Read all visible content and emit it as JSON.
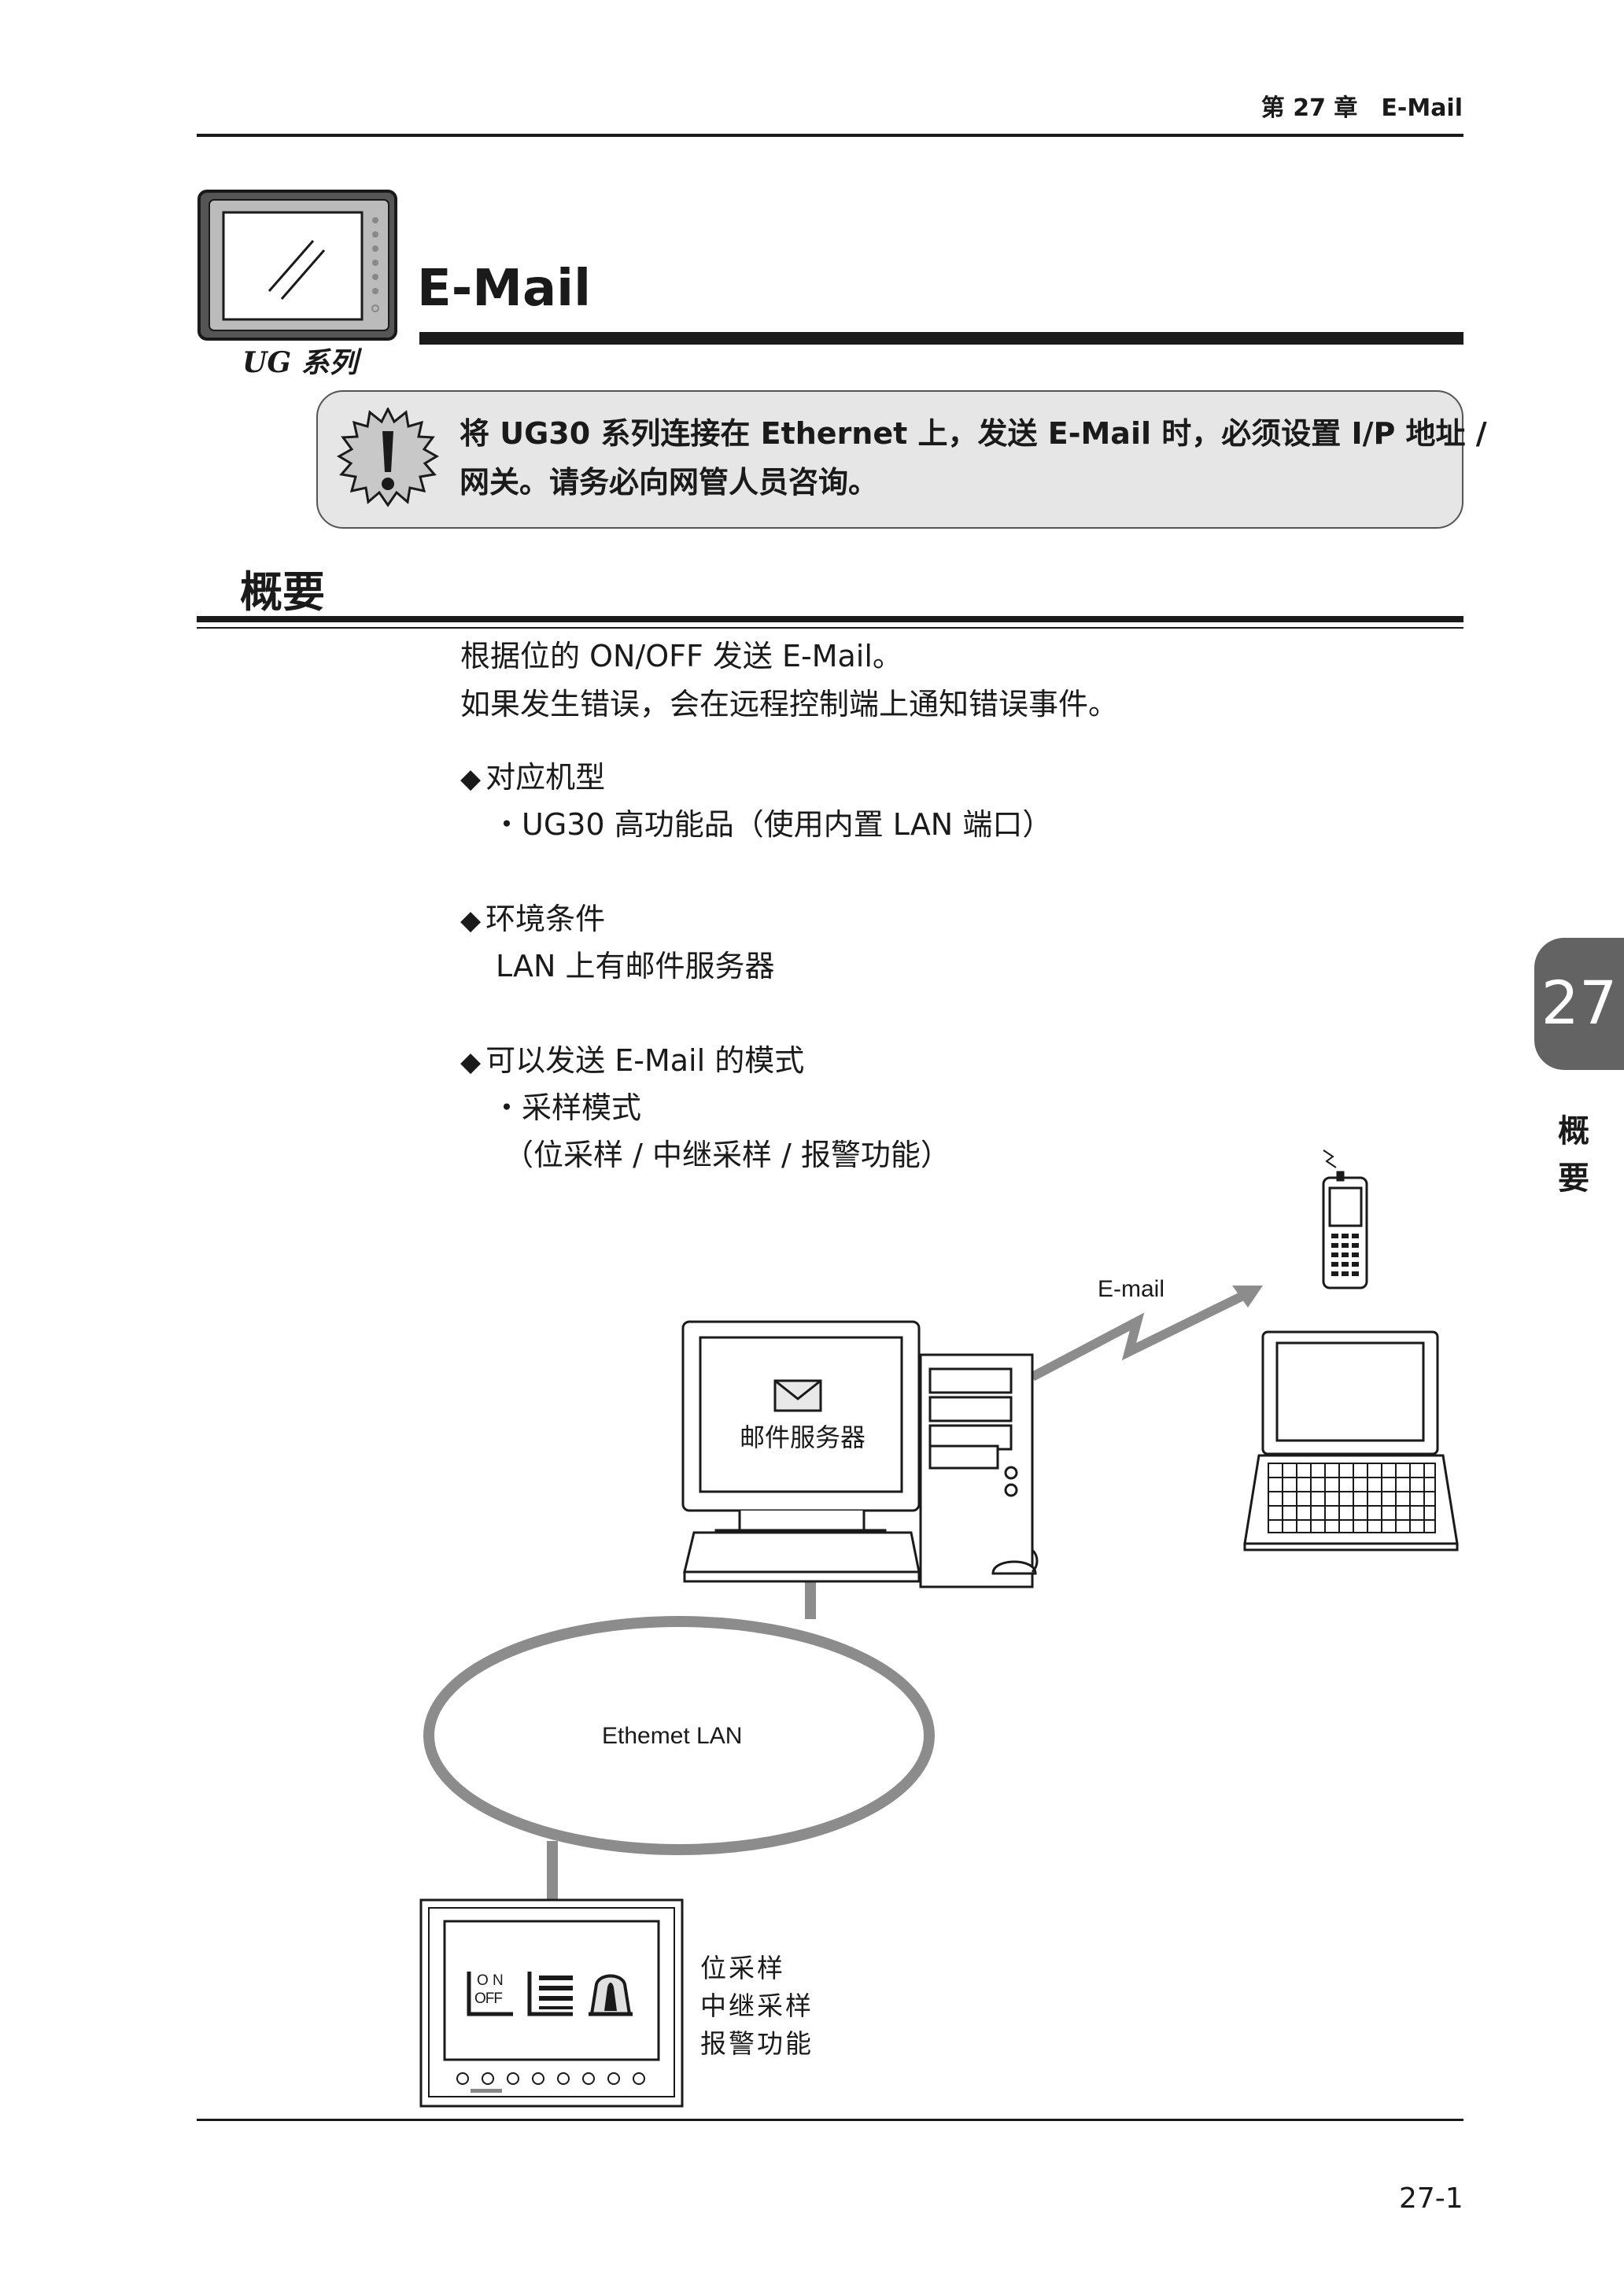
{
  "header": {
    "chapter": "第 27 章",
    "chapter_title": "E-Mail"
  },
  "title": {
    "series_label": "UG 系列",
    "text": "E-Mail"
  },
  "warning": {
    "icon": "exclamation-seal-icon",
    "line1": "将 UG30 系列连接在 Ethernet 上，发送 E-Mail 时，必须设置 I/P 地址 /",
    "line2": "网关。请务必向网管人员咨询。"
  },
  "section": {
    "title": "概要"
  },
  "intro": {
    "line1": "根据位的 ON/OFF 发送 E-Mail。",
    "line2": "如果发生错误，会在远程控制端上通知错误事件。"
  },
  "items": [
    {
      "heading": "对应机型",
      "lines": [
        "・UG30 高功能品（使用内置 LAN 端口）"
      ]
    },
    {
      "heading": "环境条件",
      "lines": [
        "LAN 上有邮件服务器"
      ]
    },
    {
      "heading": "可以发送 E-Mail 的模式",
      "lines": [
        "・采样模式",
        "（位采样 / 中继采样 / 报警功能）"
      ]
    }
  ],
  "diagram": {
    "email_label": "E-mail",
    "server_label": "邮件服务器",
    "lan_label": "Ethemet LAN",
    "panel_on": "O N",
    "panel_off": "OFF",
    "panel_features": [
      "位采样",
      "中继采样",
      "报警功能"
    ]
  },
  "side_tab": {
    "chapter_number": "27",
    "label_chars": [
      "概",
      "要"
    ]
  },
  "footer": {
    "page_number": "27-1"
  },
  "colors": {
    "text": "#1a1a1a",
    "warning_bg": "#e6e6e6",
    "tab_bg": "#636363",
    "diagram_gray": "#8c8c8c"
  }
}
